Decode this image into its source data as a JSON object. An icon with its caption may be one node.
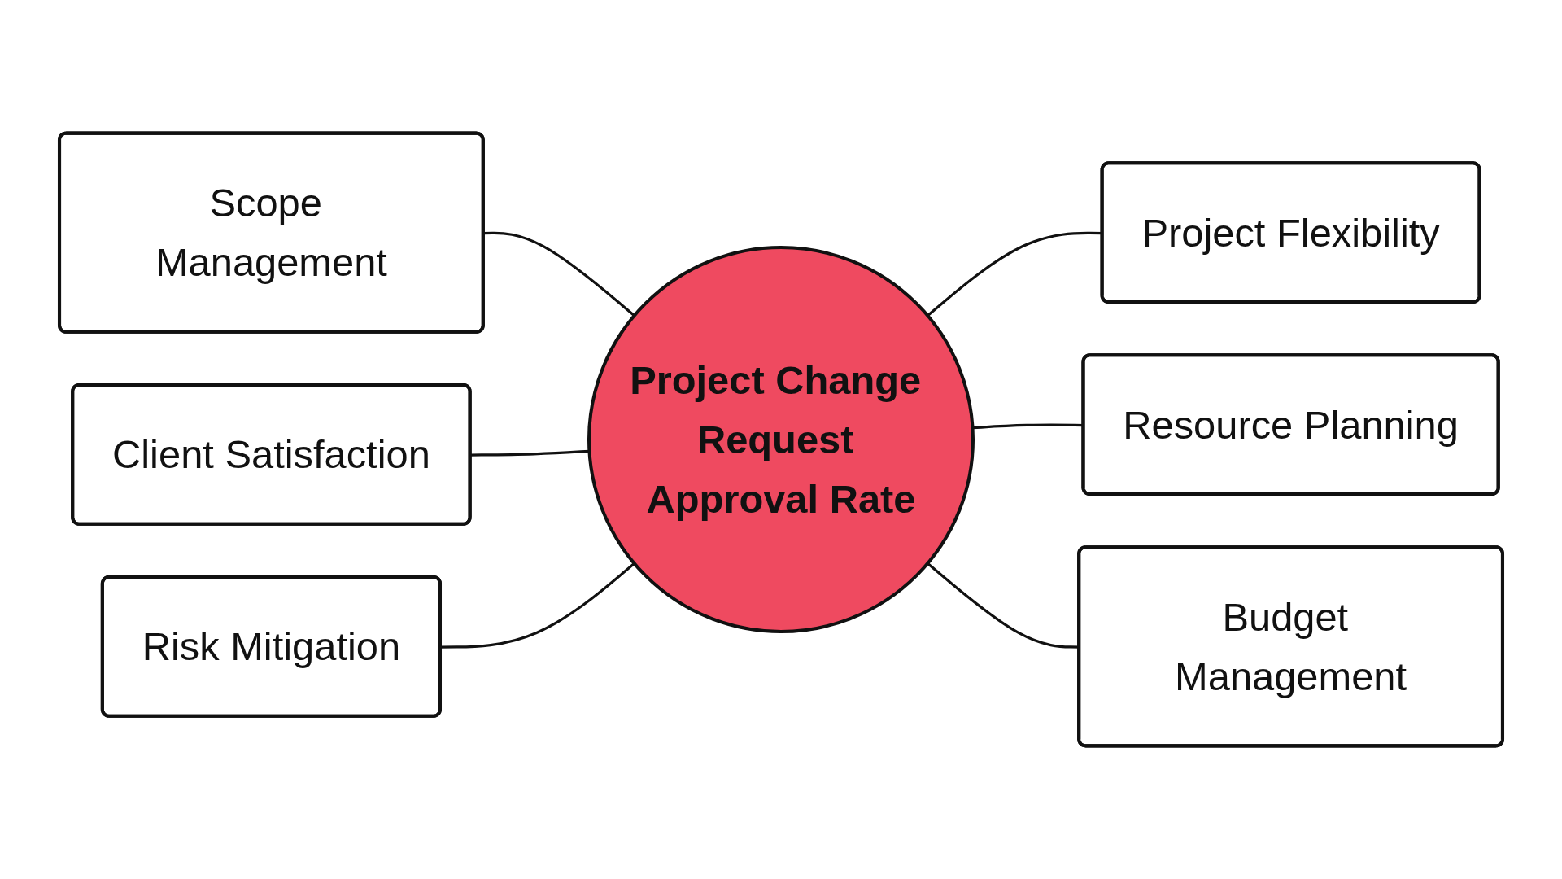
{
  "diagram": {
    "nodes": [
      {
        "text": [
          "Scope Management"
        ]
      },
      {
        "text": [
          "Project Flexibility"
        ]
      },
      {
        "text": [
          "Client Satisfaction"
        ]
      },
      {
        "text": [
          "Project Change Request Approval Rate"
        ]
      },
      {
        "text": [
          "Resource Planning"
        ]
      },
      {
        "text": [
          "Risk Mitigation"
        ]
      },
      {
        "text": [
          "Budget Management"
        ]
      }
    ],
    "edges": [
      {
        "from": 0,
        "to": 3,
        "arrow": "none"
      },
      {
        "from": 3,
        "to": 1,
        "arrow": "none"
      },
      {
        "from": 2,
        "to": 3,
        "arrow": "none"
      },
      {
        "from": 3,
        "to": 4,
        "arrow": "none"
      },
      {
        "from": 5,
        "to": 3,
        "arrow": "none"
      },
      {
        "from": 3,
        "to": 6,
        "arrow": "none"
      }
    ]
  }
}
